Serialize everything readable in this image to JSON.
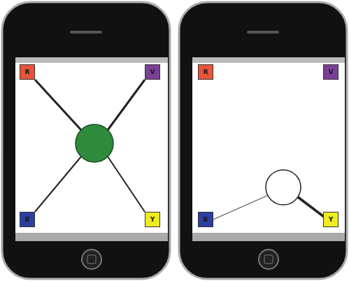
{
  "diagram": {
    "nodes": [
      {
        "text": [
          "R"
        ]
      },
      {
        "text": [
          "V"
        ]
      },
      {
        "text": [
          "B"
        ]
      },
      {
        "text": [
          "Y"
        ]
      },
      {
        "text": [
          "R"
        ]
      },
      {
        "text": [
          "V"
        ]
      },
      {
        "text": [
          "B"
        ]
      },
      {
        "text": [
          "Y"
        ]
      }
    ]
  }
}
